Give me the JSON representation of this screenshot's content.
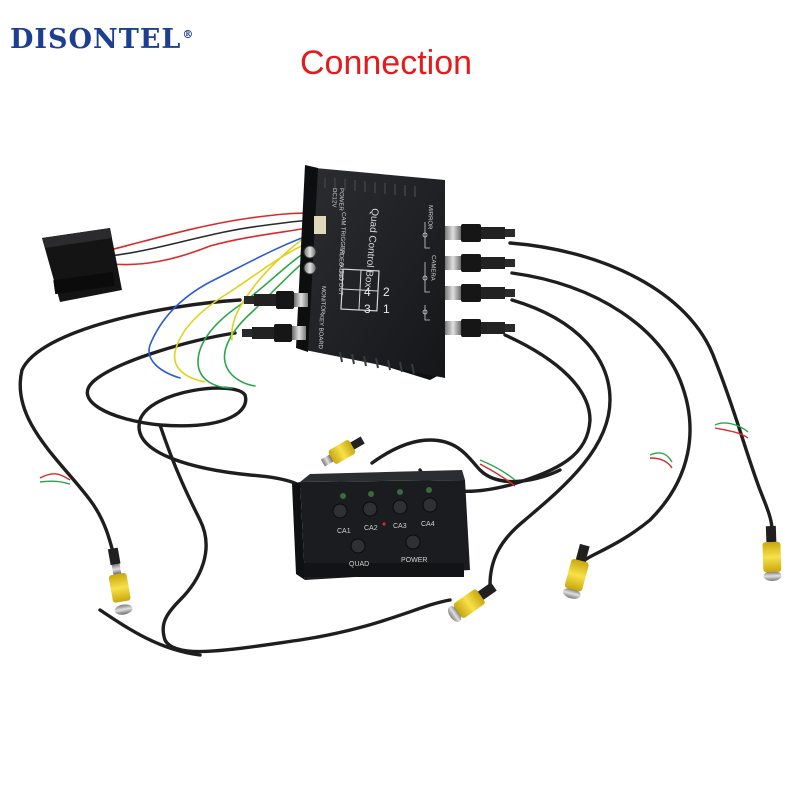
{
  "brand": {
    "name": "DISONTEL",
    "mark": "®"
  },
  "title": "Connection",
  "box": {
    "label": "Quad Control Box",
    "quad_numbers": [
      "1",
      "2",
      "3",
      "4"
    ],
    "port_labels": [
      "POWER",
      "DC12V",
      "CAM TRIGGER",
      "VIDEO OUT",
      "AUDIO OUT",
      "MONITOR",
      "KEY BOARD",
      "MIRROR",
      "CAMERA"
    ]
  },
  "keypad": {
    "buttons": [
      "CA1",
      "CA2",
      "CA3",
      "CA4",
      "QUAD",
      "POWER"
    ]
  },
  "colors": {
    "brand": "#1c3f91",
    "title": "#e51b1b",
    "device": "#1b1c1f",
    "rca_plug": "#f2d21a",
    "cable": "#202020"
  }
}
